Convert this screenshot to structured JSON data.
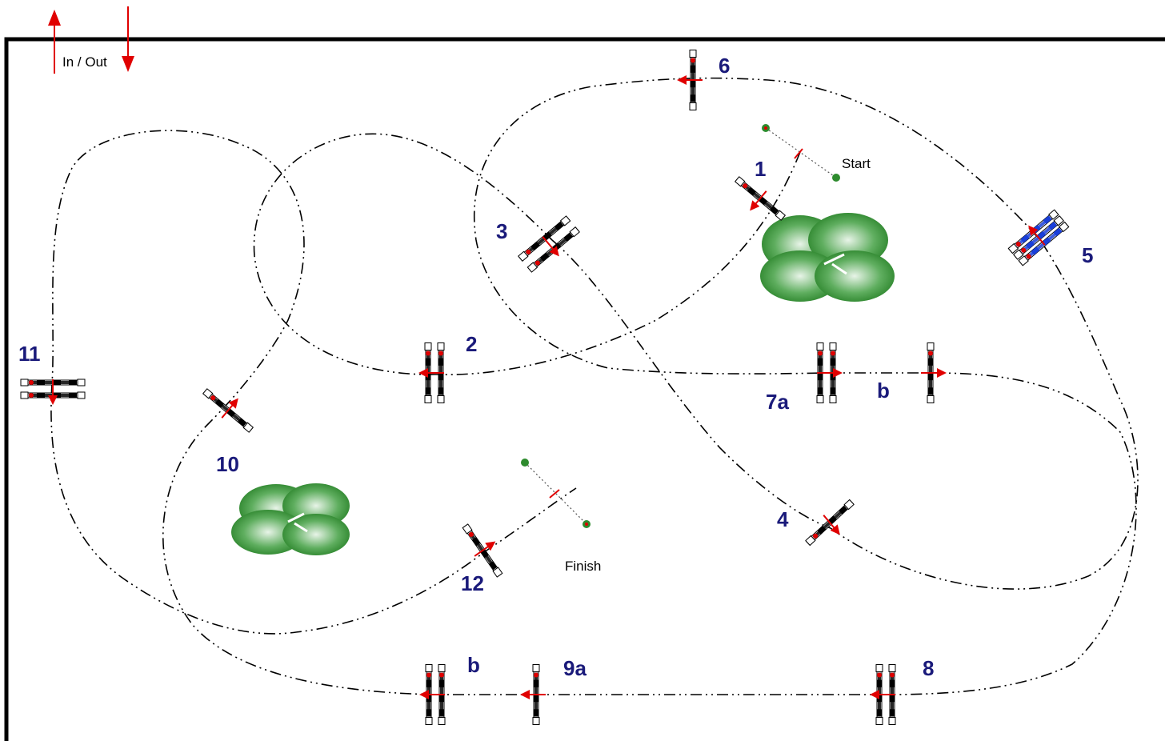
{
  "arena": {
    "in_out_label": "In / Out",
    "start_label": "Start",
    "finish_label": "Finish",
    "colors": {
      "border": "#000000",
      "numbers": "#1a1a7a",
      "arrows": "#e00000",
      "trees": "#2e8b2e",
      "water_jump": "#1a3fd9"
    }
  },
  "obstacles": [
    {
      "id": "1",
      "label": "1"
    },
    {
      "id": "2",
      "label": "2"
    },
    {
      "id": "3",
      "label": "3"
    },
    {
      "id": "4",
      "label": "4"
    },
    {
      "id": "5",
      "label": "5"
    },
    {
      "id": "6",
      "label": "6"
    },
    {
      "id": "7a",
      "label": "7a"
    },
    {
      "id": "7b",
      "label": "b"
    },
    {
      "id": "8",
      "label": "8"
    },
    {
      "id": "9a",
      "label": "9a"
    },
    {
      "id": "9b",
      "label": "b"
    },
    {
      "id": "10",
      "label": "10"
    },
    {
      "id": "11",
      "label": "11"
    },
    {
      "id": "12",
      "label": "12"
    }
  ]
}
